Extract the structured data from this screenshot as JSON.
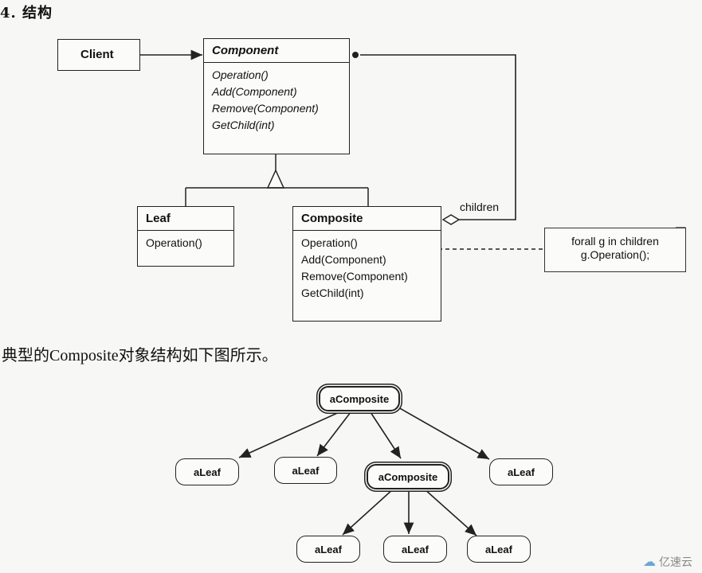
{
  "heading": "4. 结构",
  "uml": {
    "client": {
      "name": "Client"
    },
    "component": {
      "name": "Component",
      "operations": [
        "Operation()",
        "Add(Component)",
        "Remove(Component)",
        "GetChild(int)"
      ]
    },
    "leaf": {
      "name": "Leaf",
      "operations": [
        "Operation()"
      ]
    },
    "composite": {
      "name": "Composite",
      "operations": [
        "Operation()",
        "Add(Component)",
        "Remove(Component)",
        "GetChild(int)"
      ]
    },
    "children_label": "children",
    "note": {
      "line1": "forall g in children",
      "line2": "g.Operation();"
    }
  },
  "caption": "典型的Composite对象结构如下图所示。",
  "object_tree": {
    "root": "aComposite",
    "level1": [
      "aLeaf",
      "aLeaf",
      "aComposite",
      "aLeaf"
    ],
    "level2": [
      "aLeaf",
      "aLeaf",
      "aLeaf"
    ]
  },
  "watermark": {
    "text": "亿速云"
  }
}
